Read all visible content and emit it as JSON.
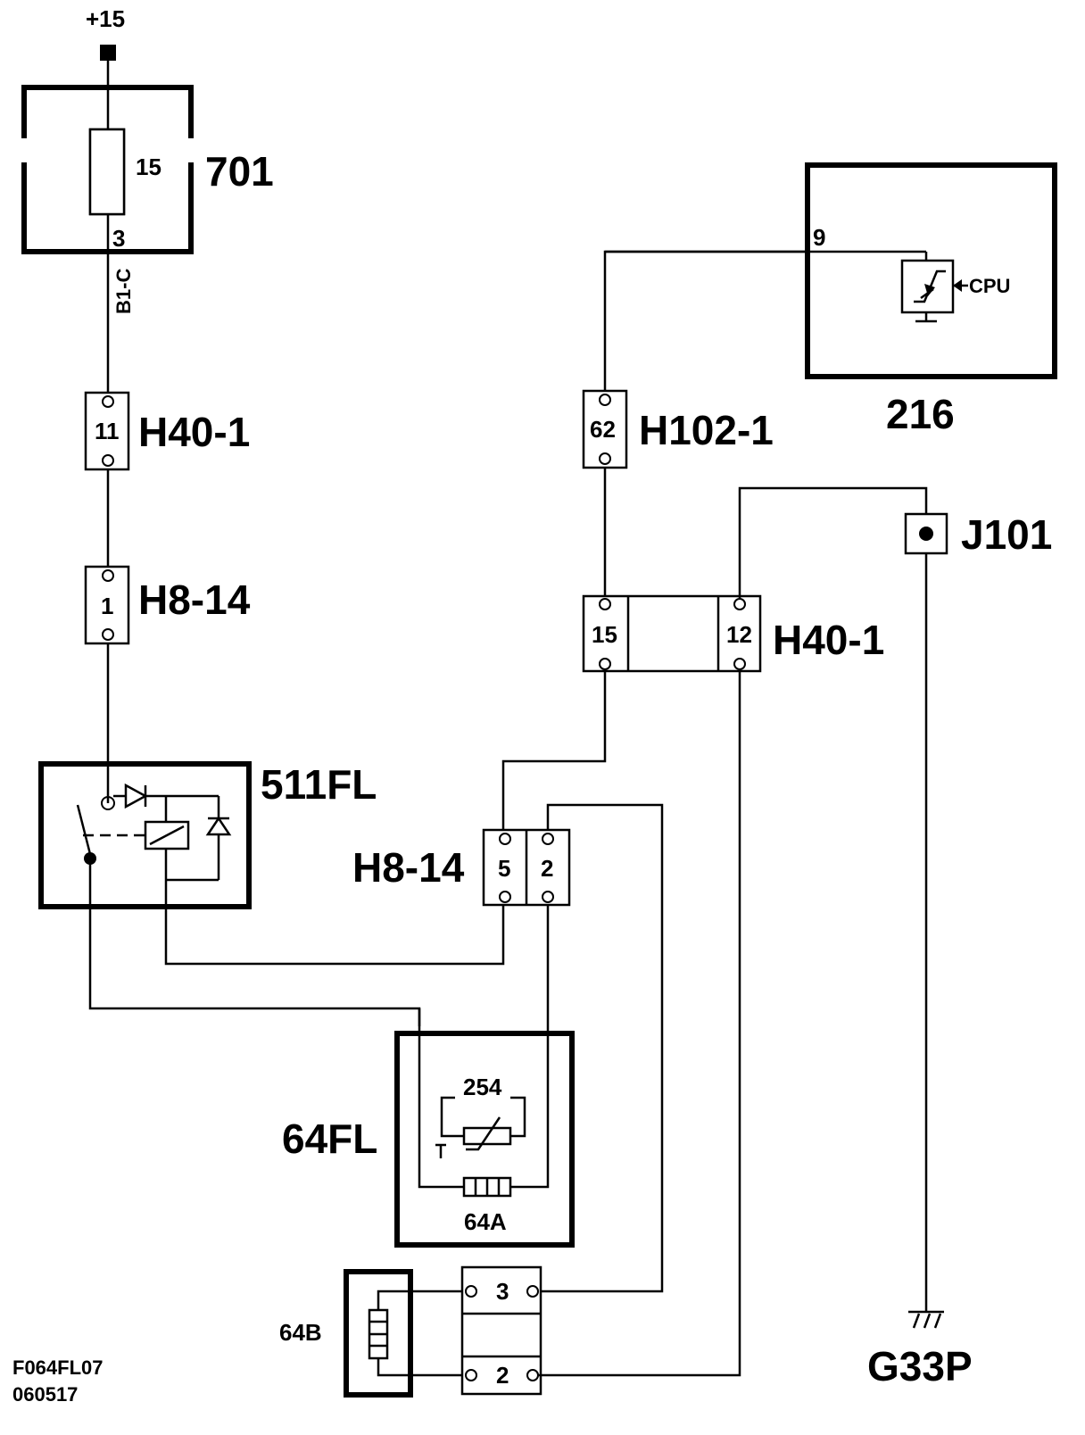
{
  "supply": {
    "label": "+15"
  },
  "fuse_box": {
    "id": "701",
    "fuse_rating": "15",
    "pin": "3",
    "wire": "B1-C"
  },
  "connectors": {
    "h40_1_top": {
      "label": "H40-1",
      "pin": "11"
    },
    "h8_14_top": {
      "label": "H8-14",
      "pin": "1"
    },
    "h102_1": {
      "label": "H102-1",
      "pin": "62"
    },
    "h40_1_mid": {
      "label": "H40-1",
      "pins": [
        "15",
        "12"
      ]
    },
    "h8_14_mid": {
      "label": "H8-14",
      "pins": [
        "5",
        "2"
      ]
    },
    "c64b_conn": {
      "pins": [
        "3",
        "2"
      ]
    }
  },
  "ecu": {
    "id": "216",
    "pin": "9",
    "cpu_label": "CPU"
  },
  "junction": {
    "label": "J101"
  },
  "relay": {
    "label": "511FL"
  },
  "pump": {
    "label": "64FL",
    "thermistor": "254",
    "heater": "64A"
  },
  "element_64b": {
    "label": "64B"
  },
  "ground": {
    "label": "G33P"
  },
  "footer": {
    "code": "F064FL07",
    "date": "060517"
  }
}
